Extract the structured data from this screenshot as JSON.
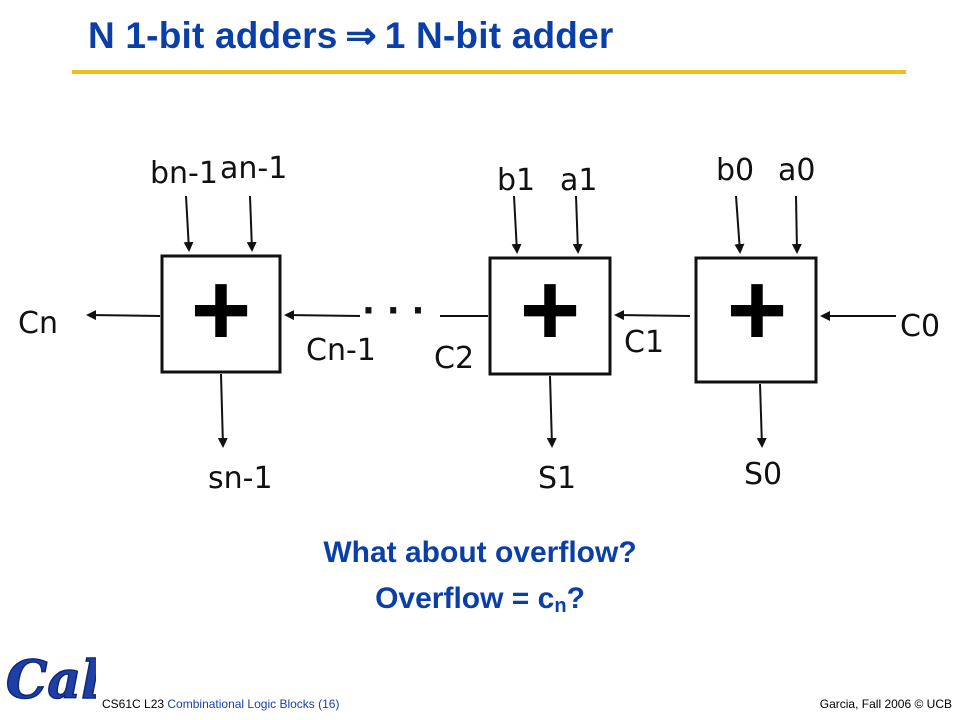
{
  "slide": {
    "title_left": "N 1-bit adders",
    "title_arrow": "⇒",
    "title_right": "1 N-bit adder"
  },
  "diagram": {
    "adders": [
      {
        "symbol": "+",
        "in_b": "bn-1",
        "in_a": "an-1",
        "sum": "sn-1",
        "carry_in": "Cn-1",
        "carry_out": "Cn"
      },
      {
        "symbol": "+",
        "in_b": "b1",
        "in_a": "a1",
        "sum": "S1",
        "carry_in": "C1",
        "carry_out": "C2"
      },
      {
        "symbol": "+",
        "in_b": "b0",
        "in_a": "a0",
        "sum": "S0",
        "carry_in": "C0",
        "carry_out": "C1"
      }
    ],
    "ellipsis": "· · ·"
  },
  "questions": {
    "line1": "What about overflow?",
    "line2_prefix": "Overflow = c",
    "line2_sub": "n",
    "line2_suffix": "?"
  },
  "logo": {
    "text": "Cal",
    "color": "#1f3fa6"
  },
  "footer": {
    "course": "CS61C L23",
    "topic": "Combinational Logic Blocks (16)",
    "credit": "Garcia, Fall 2006 © UCB"
  },
  "colors": {
    "title": "#0b3fa8",
    "rule": "#e6c21a"
  }
}
